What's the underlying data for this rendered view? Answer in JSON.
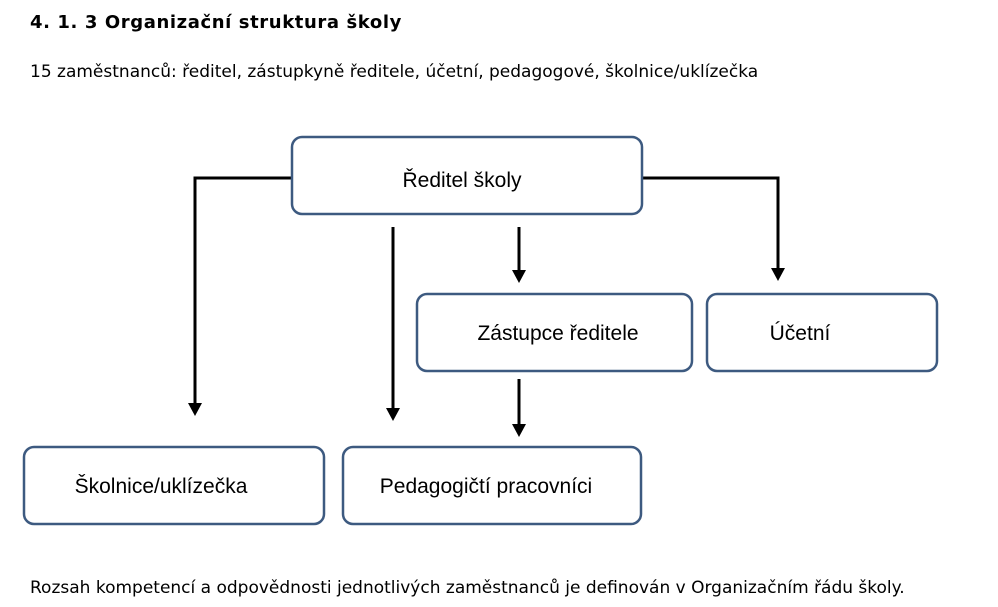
{
  "section": {
    "heading": "4. 1. 3 Organizační struktura školy",
    "intro": "15 zaměstnanců: ředitel, zástupkyně ředitele, účetní, pedagogové, školnice/uklízečka",
    "footer": "Rozsah kompetencí a odpovědnosti jednotlivých zaměstnanců je definován v Organizačním řádu školy."
  },
  "diagram": {
    "nodes": {
      "director": "Ředitel školy",
      "deputy": "Zástupce ředitele",
      "accountant": "Účetní",
      "caretaker": "Školnice/uklízečka",
      "teachers": "Pedagogičtí pracovníci"
    },
    "edges": [
      {
        "from": "director",
        "to": "caretaker"
      },
      {
        "from": "director",
        "to": "teachers"
      },
      {
        "from": "director",
        "to": "deputy"
      },
      {
        "from": "director",
        "to": "accountant"
      },
      {
        "from": "deputy",
        "to": "teachers"
      }
    ]
  }
}
